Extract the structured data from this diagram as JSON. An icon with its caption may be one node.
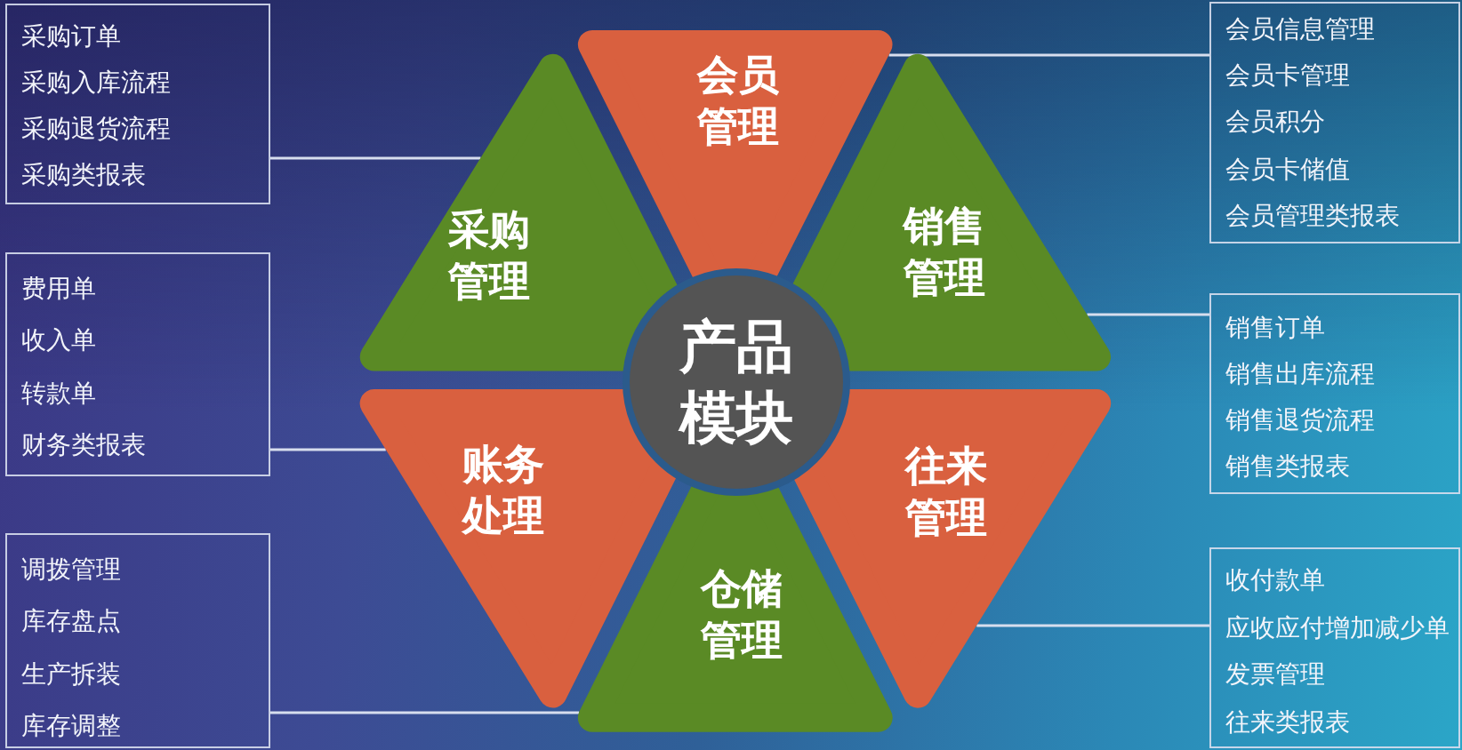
{
  "diagram": {
    "nodes": [
      {
        "text": [
          "产品模块"
        ]
      },
      {
        "text": [
          "会员管理"
        ]
      },
      {
        "text": [
          "销售管理"
        ]
      },
      {
        "text": [
          "往来管理"
        ]
      },
      {
        "text": [
          "仓储管理"
        ]
      },
      {
        "text": [
          "账务处理"
        ]
      },
      {
        "text": [
          "采购管理"
        ]
      },
      {
        "text": [
          "采购订单",
          "采购入库流程",
          "采购退货流程",
          "采购类报表"
        ]
      },
      {
        "text": [
          "费用单",
          "收入单",
          "转款单",
          "财务类报表"
        ]
      },
      {
        "text": [
          "调拨管理",
          "库存盘点",
          "生产拆装",
          "库存调整"
        ]
      },
      {
        "text": [
          "会员信息管理",
          "会员卡管理",
          "会员积分",
          "会员卡储值",
          "会员管理类报表"
        ]
      },
      {
        "text": [
          "销售订单",
          "销售出库流程",
          "销售退货流程",
          "销售类报表"
        ]
      },
      {
        "text": [
          "收付款单",
          "应收应付增加减少单",
          "发票管理",
          "往来类报表"
        ]
      }
    ],
    "edges": [
      {
        "from": 7,
        "to": 6,
        "arrow": "none"
      },
      {
        "from": 8,
        "to": 5,
        "arrow": "none"
      },
      {
        "from": 9,
        "to": 4,
        "arrow": "none"
      },
      {
        "from": 10,
        "to": 1,
        "arrow": "none"
      },
      {
        "from": 11,
        "to": 2,
        "arrow": "none"
      },
      {
        "from": 12,
        "to": 3,
        "arrow": "none"
      }
    ]
  }
}
